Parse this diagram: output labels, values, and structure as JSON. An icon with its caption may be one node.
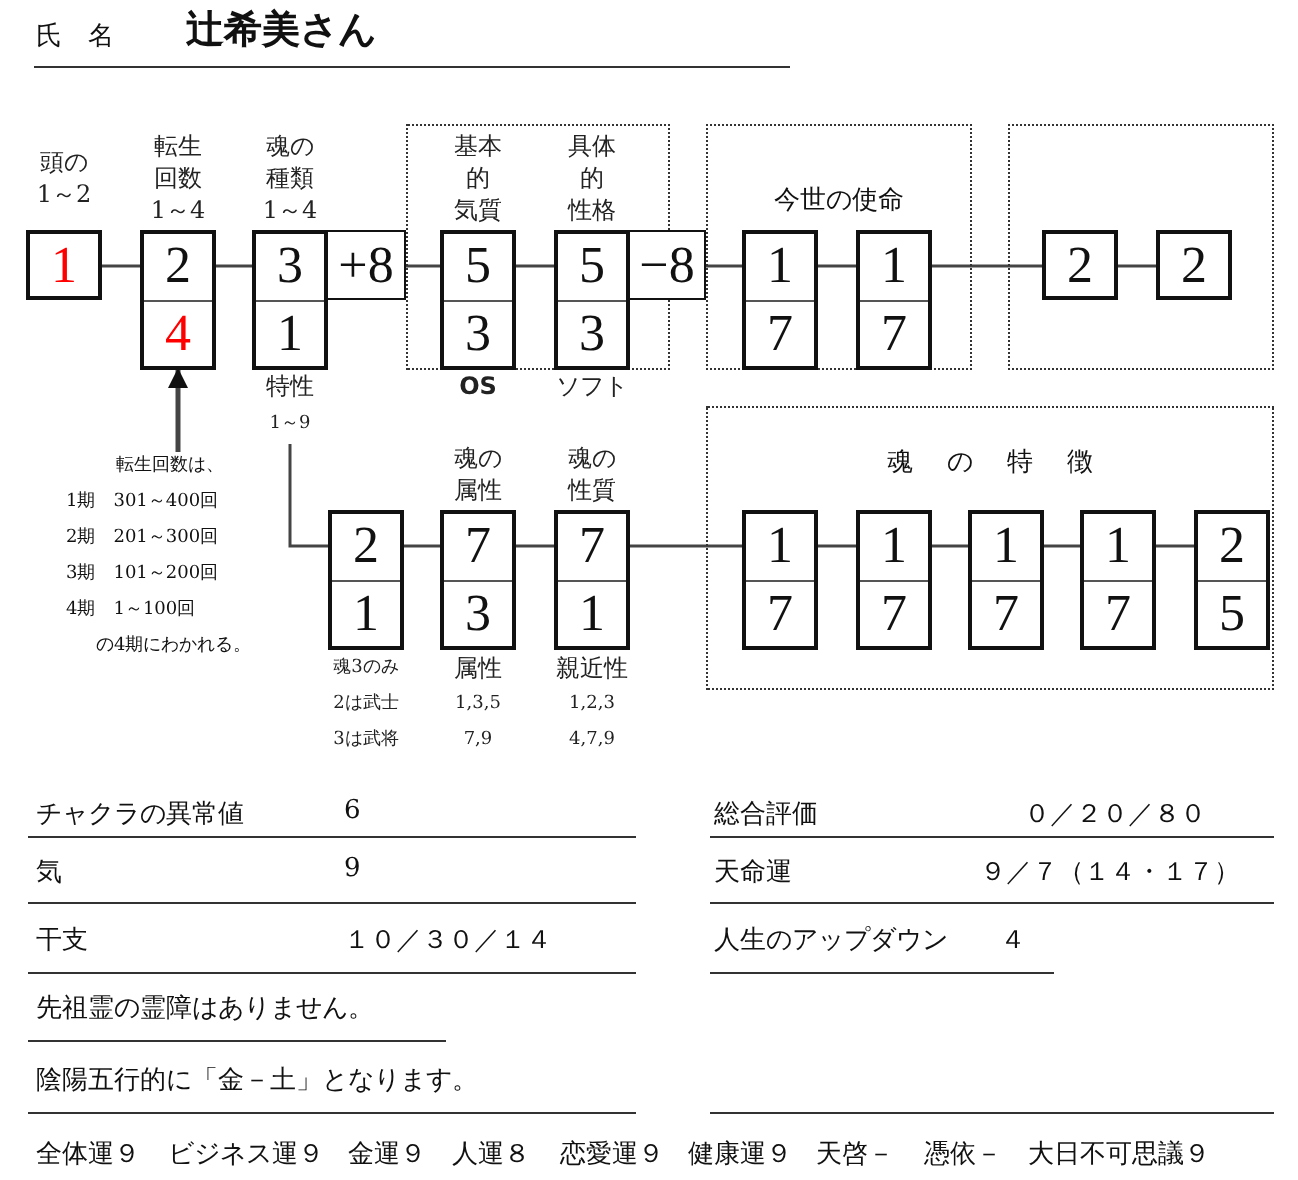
{
  "diagram": {
    "nodes": [
      {
        "text": [
          "1"
        ],
        "beside": [
          "頭の1～2"
        ]
      },
      {
        "text": [
          "2",
          "4"
        ],
        "beside": [
          "転生回数1～4"
        ]
      },
      {
        "text": [
          "3",
          "1"
        ],
        "beside": [
          "魂の種類1～4",
          "特性",
          "1～9"
        ]
      },
      {
        "text": [
          "+8"
        ]
      },
      {
        "text": [],
        "shape": "box"
      },
      {
        "text": [
          "5",
          "3"
        ],
        "in": 4,
        "beside": [
          "基本的気質",
          "OS"
        ]
      },
      {
        "text": [
          "5",
          "3"
        ],
        "in": 4,
        "beside": [
          "具体的性格",
          "ソフト"
        ]
      },
      {
        "text": [
          "−8"
        ]
      },
      {
        "text": [
          "今世の使命"
        ]
      },
      {
        "text": [
          "1",
          "7"
        ],
        "in": 8
      },
      {
        "text": [
          "1",
          "7"
        ],
        "in": 8
      },
      {
        "text": [],
        "shape": "box"
      },
      {
        "text": [
          "2"
        ],
        "in": 11
      },
      {
        "text": [
          "2"
        ],
        "in": 11
      },
      {
        "text": [
          "2",
          "1"
        ],
        "beside": [
          "魂3のみ",
          "2は武士",
          "3は武将"
        ]
      },
      {
        "text": [
          "7",
          "3"
        ],
        "beside": [
          "魂の属性",
          "属性",
          "1,3,5",
          "7,9"
        ]
      },
      {
        "text": [
          "7",
          "1"
        ],
        "beside": [
          "魂の性質",
          "親近性",
          "1,2,3",
          "4,7,9"
        ]
      },
      {
        "text": [
          "魂 の 特 徴"
        ]
      },
      {
        "text": [
          "1",
          "7"
        ],
        "in": 17
      },
      {
        "text": [
          "1",
          "7"
        ],
        "in": 17
      },
      {
        "text": [
          "1",
          "7"
        ],
        "in": 17
      },
      {
        "text": [
          "1",
          "7"
        ],
        "in": 17
      },
      {
        "text": [
          "2",
          "5"
        ],
        "in": 17
      },
      {
        "text": [
          "転生回数は、",
          "1期　301～400回",
          "2期　201～300回",
          "3期　101～200回",
          "4期　1～100回",
          "の4期にわかれる。"
        ]
      }
    ],
    "edges": [
      {
        "from": 0,
        "to": 1,
        "arrow": "none"
      },
      {
        "from": 1,
        "to": 2,
        "arrow": "none"
      },
      {
        "from": 3,
        "to": 5,
        "arrow": "none"
      },
      {
        "from": 5,
        "to": 6,
        "arrow": "none"
      },
      {
        "from": 7,
        "to": 9,
        "arrow": "none"
      },
      {
        "from": 9,
        "to": 10,
        "arrow": "none"
      },
      {
        "from": 10,
        "to": 12,
        "arrow": "none"
      },
      {
        "from": 12,
        "to": 13,
        "arrow": "none"
      },
      {
        "from": 2,
        "to": 14,
        "arrow": "none"
      },
      {
        "from": 14,
        "to": 15,
        "arrow": "none"
      },
      {
        "from": 15,
        "to": 16,
        "arrow": "none"
      },
      {
        "from": 16,
        "to": 18,
        "arrow": "none"
      },
      {
        "from": 18,
        "to": 19,
        "arrow": "none"
      },
      {
        "from": 19,
        "to": 20,
        "arrow": "none"
      },
      {
        "from": 20,
        "to": 21,
        "arrow": "none"
      },
      {
        "from": 21,
        "to": 22,
        "arrow": "none"
      },
      {
        "from": 23,
        "to": 1,
        "arrow": "to"
      }
    ],
    "labels": [
      "氏　名",
      "辻希美さん",
      "チャクラの異常値",
      "6",
      "総合評価",
      "０／２０／８０",
      "気",
      "9",
      "天命運",
      "９／７（１４・１７）",
      "干支",
      "１０／３０／１４",
      "人生のアップダウン",
      "４",
      "先祖霊の霊障はありません。",
      "陰陽五行的に「金－土」となります。",
      "全体運９",
      "ビジネス運９",
      "金運９",
      "人運８",
      "恋愛運９",
      "健康運９",
      "天啓－",
      "憑依－",
      "大日不可思議９"
    ]
  }
}
